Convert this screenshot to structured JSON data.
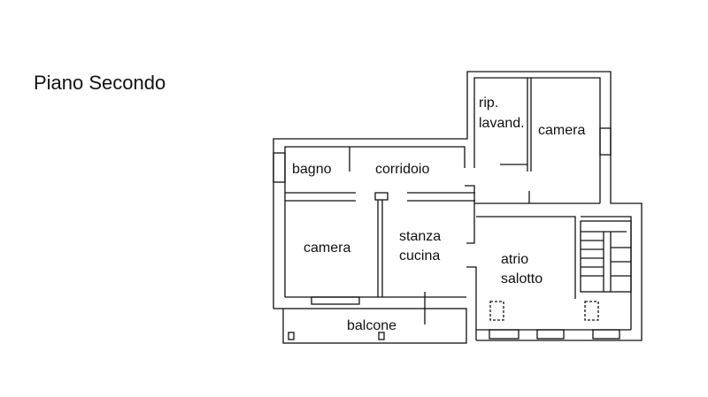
{
  "title": "Piano Secondo",
  "rooms": {
    "rip": "rip.",
    "lavand": "lavand.",
    "camera_top": "camera",
    "bagno": "bagno",
    "corridoio": "corridoio",
    "camera_left": "camera",
    "stanza": "stanza",
    "cucina": "cucina",
    "atrio": "atrio",
    "salotto": "salotto",
    "balcone": "balcone"
  }
}
